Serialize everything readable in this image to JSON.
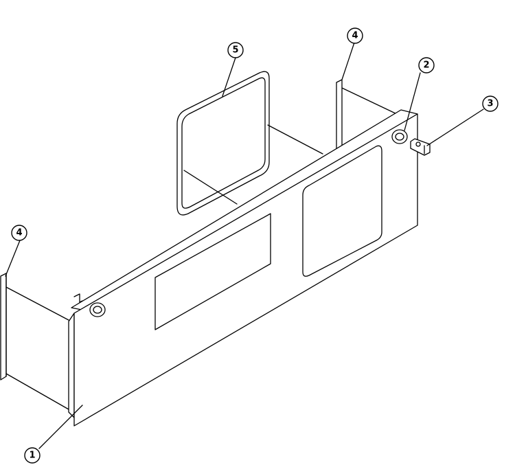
{
  "callouts": [
    {
      "id": "c1",
      "label": "1"
    },
    {
      "id": "c2",
      "label": "2"
    },
    {
      "id": "c3",
      "label": "3"
    },
    {
      "id": "c4a",
      "label": "4"
    },
    {
      "id": "c4b",
      "label": "4"
    },
    {
      "id": "c5",
      "label": "5"
    }
  ]
}
